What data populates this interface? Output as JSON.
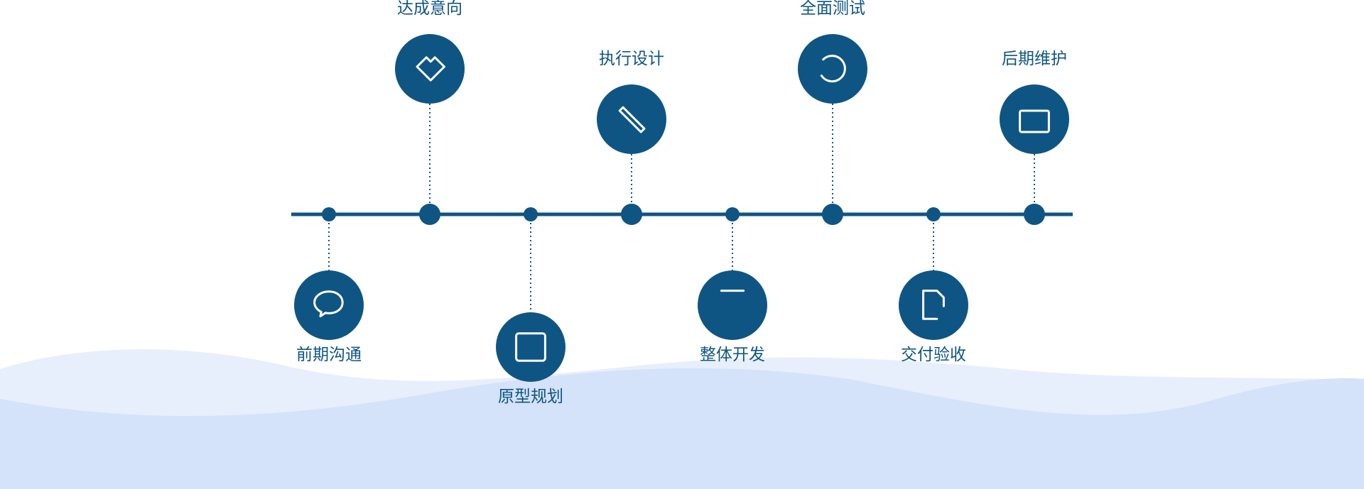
{
  "colors": {
    "primary": "#0f5584",
    "wave_light": "#e7eefc",
    "wave_dark": "#d4e2fa"
  },
  "steps": [
    {
      "label": "前期沟通",
      "icon": "chat-bubbles-icon",
      "side": "bottom"
    },
    {
      "label": "达成意向",
      "icon": "handshake-icon",
      "side": "top"
    },
    {
      "label": "原型规划",
      "icon": "layout-icon",
      "side": "bottom"
    },
    {
      "label": "执行设计",
      "icon": "ruler-pencil-icon",
      "side": "top"
    },
    {
      "label": "整体开发",
      "icon": "hourglass-icon",
      "side": "bottom"
    },
    {
      "label": "全面测试",
      "icon": "test-plus-icon",
      "side": "top"
    },
    {
      "label": "交付验收",
      "icon": "document-check-icon",
      "side": "bottom"
    },
    {
      "label": "后期维护",
      "icon": "briefcase-icon",
      "side": "top"
    }
  ]
}
